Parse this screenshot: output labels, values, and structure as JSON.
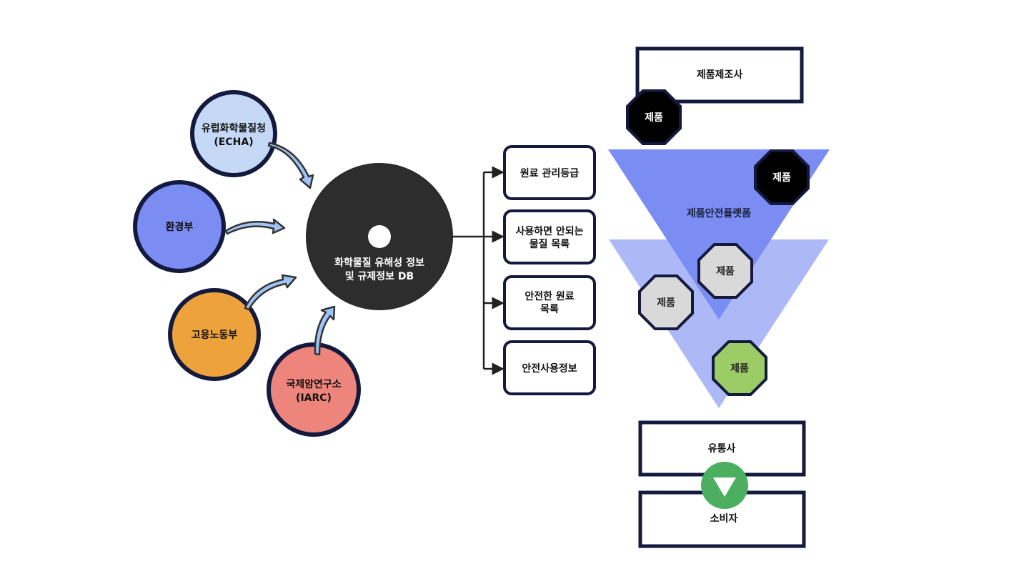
{
  "sources": [
    {
      "id": "echa",
      "lines": [
        "유럽화학물질청",
        "(ECHA)"
      ],
      "fill": "#c5d9f7"
    },
    {
      "id": "moe",
      "lines": [
        "환경부"
      ],
      "fill": "#7b8cf2"
    },
    {
      "id": "moel",
      "lines": [
        "고용노동부"
      ],
      "fill": "#eea23c"
    },
    {
      "id": "iarc",
      "lines": [
        "국제암연구소",
        "(IARC)"
      ],
      "fill": "#ee857d"
    }
  ],
  "database": {
    "lines": [
      "화학물질 유해성 정보",
      "및 규제정보 DB"
    ],
    "fill": "#2d2d2d"
  },
  "outputs": [
    {
      "lines": [
        "원료 관리등급"
      ]
    },
    {
      "lines": [
        "사용하면 안되는",
        "물질 목록"
      ]
    },
    {
      "lines": [
        "안전한 원료",
        "목록"
      ]
    },
    {
      "lines": [
        "안전사용정보"
      ]
    }
  ],
  "flow": {
    "manufacturer": "제품제조사",
    "platform": "제품안전플랫폼",
    "distributor": "유통사",
    "consumer": "소비자",
    "products": [
      {
        "label": "제품",
        "state": "unverified",
        "fill": "#000000"
      },
      {
        "label": "제품",
        "state": "unverified",
        "fill": "#000000"
      },
      {
        "label": "제품",
        "state": "screening",
        "fill": "#d9d9d9"
      },
      {
        "label": "제품",
        "state": "screening",
        "fill": "#d9d9d9"
      },
      {
        "label": "제품",
        "state": "approved",
        "fill": "#9ccc65"
      }
    ],
    "funnel_colors": {
      "upper": "#7b8cf2",
      "lower": "#adb8f7"
    },
    "down_badge_color": "#4caf5f"
  },
  "colors": {
    "outline": "#141a3e",
    "arrow_fill": "#9ec3f5",
    "arrow_stroke": "#333333",
    "connector": "#222222"
  }
}
